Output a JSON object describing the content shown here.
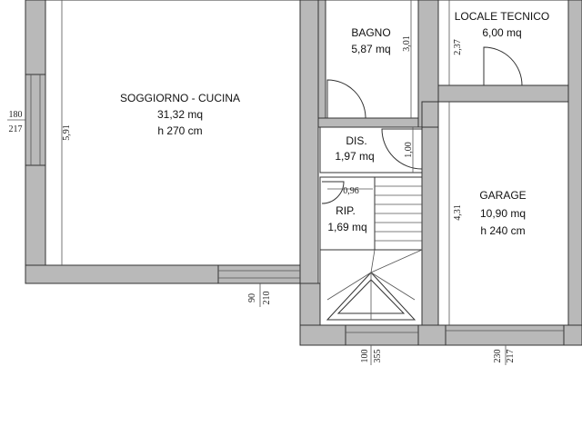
{
  "rooms": {
    "soggiorno": {
      "name": "SOGGIORNO - CUCINA",
      "area": "31,32 mq",
      "height": "h 270 cm"
    },
    "bagno": {
      "name": "BAGNO",
      "area": "5,87 mq"
    },
    "locale_tecnico": {
      "name": "LOCALE TECNICO",
      "area": "6,00 mq"
    },
    "dis": {
      "name": "DIS.",
      "area": "1,97 mq"
    },
    "rip": {
      "name": "RIP.",
      "area": "1,69 mq"
    },
    "garage": {
      "name": "GARAGE",
      "area": "10,90 mq",
      "height": "h 240 cm"
    }
  },
  "dimensions": {
    "soggiorno_height": "5,91",
    "bagno_height": "3,01",
    "locale_tecnico_height": "2,37",
    "dis_width": "1,00",
    "rip_width": "0,96",
    "garage_height": "4,31",
    "window_left_top": "180",
    "window_left_bottom": "217",
    "window_bottom_left_a": "90",
    "window_bottom_left_b": "210",
    "door_bottom_mid_a": "100",
    "door_bottom_mid_b": "355",
    "door_garage_a": "230",
    "door_garage_b": "217"
  },
  "colors": {
    "wall": "#b9b9b9",
    "line": "#333333"
  }
}
